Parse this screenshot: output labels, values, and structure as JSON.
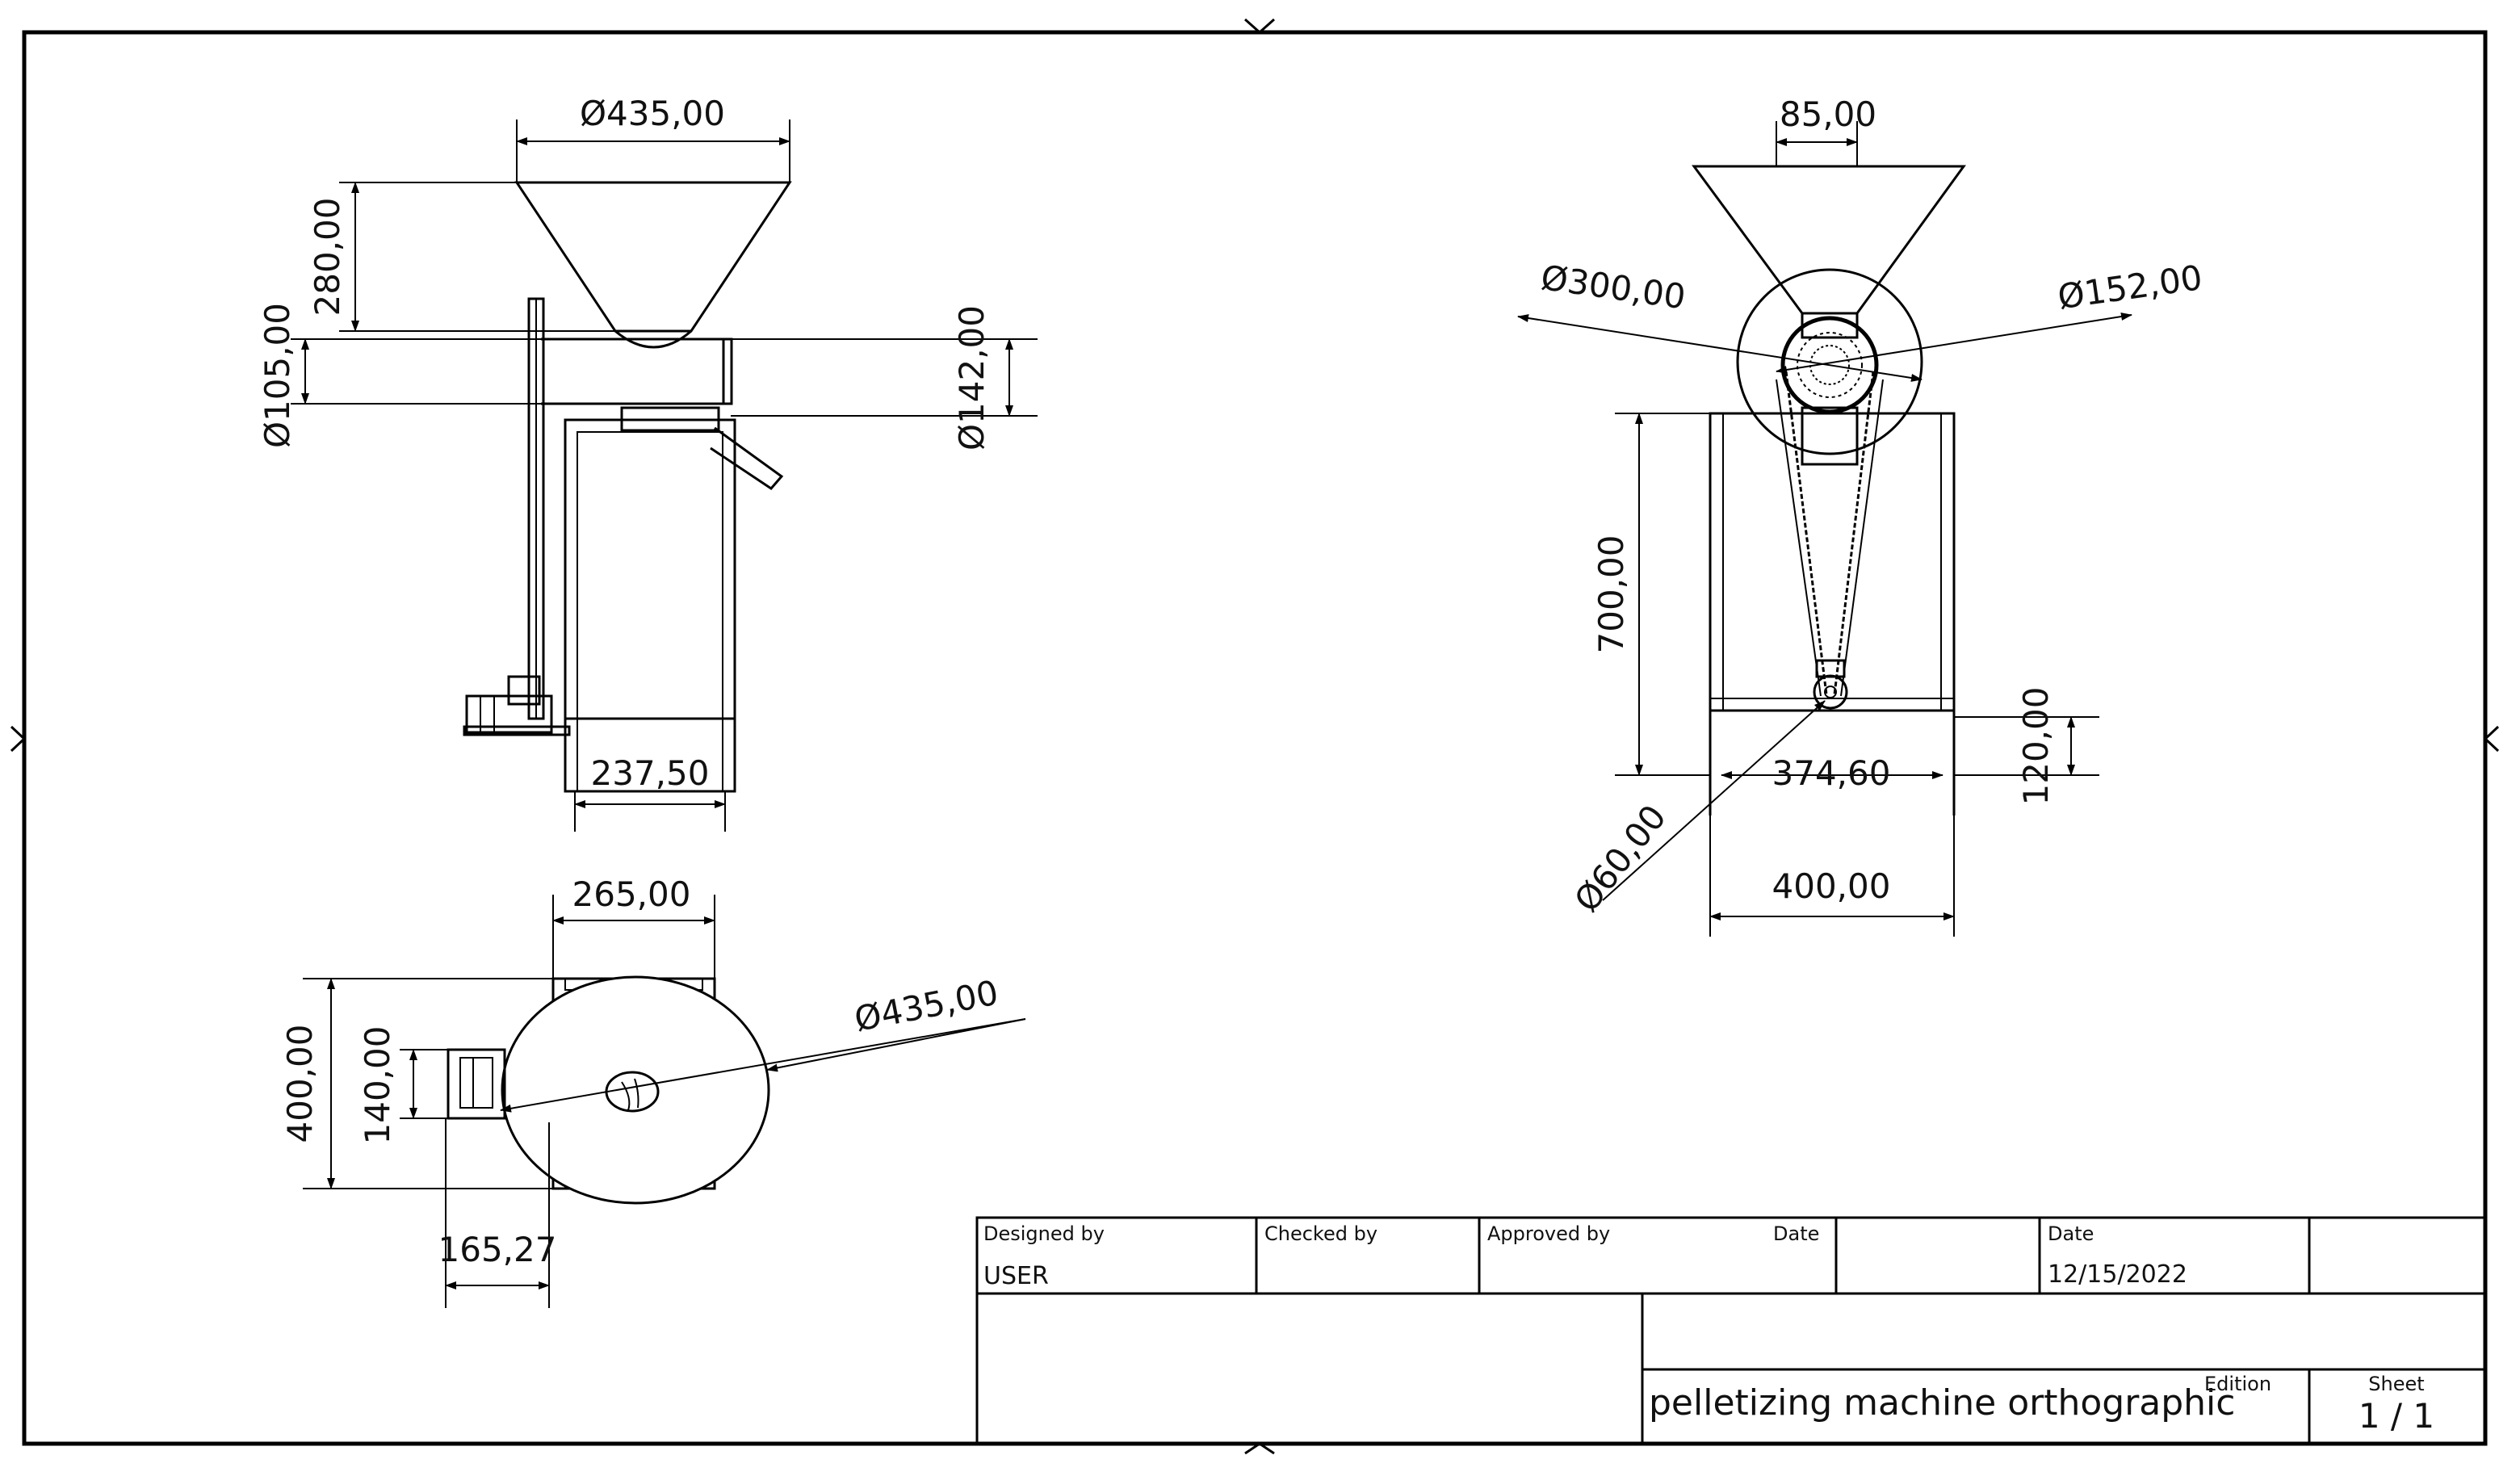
{
  "dimensions": {
    "side_hopper_diameter": "Ø435,00",
    "side_hopper_height": "280,00",
    "side_pipe_diameter": "Ø105,00",
    "side_outlet_diameter": "Ø142,00",
    "side_frame_width": "237,50",
    "front_shaft_width": "85,00",
    "front_drum_diameter": "Ø300,00",
    "front_die_diameter": "Ø152,00",
    "front_frame_height": "700,00",
    "front_inner_width": "374,60",
    "front_base_height": "120,00",
    "front_pulley_diameter": "Ø60,00",
    "front_frame_width": "400,00",
    "top_frame_width": "265,00",
    "top_depth": "400,00",
    "top_motor_width": "140,00",
    "top_disc_diameter": "Ø435,00",
    "top_offset": "165,27"
  },
  "title_block": {
    "designed_by_label": "Designed by",
    "designed_by_value": "USER",
    "checked_by_label": "Checked by",
    "approved_by_label": "Approved by",
    "date_label_1": "Date",
    "date_label_2": "Date",
    "date_value": "12/15/2022",
    "title": "pelletizing machine orthographic",
    "edition_label": "Edition",
    "sheet_label": "Sheet",
    "sheet_value": "1 / 1"
  }
}
